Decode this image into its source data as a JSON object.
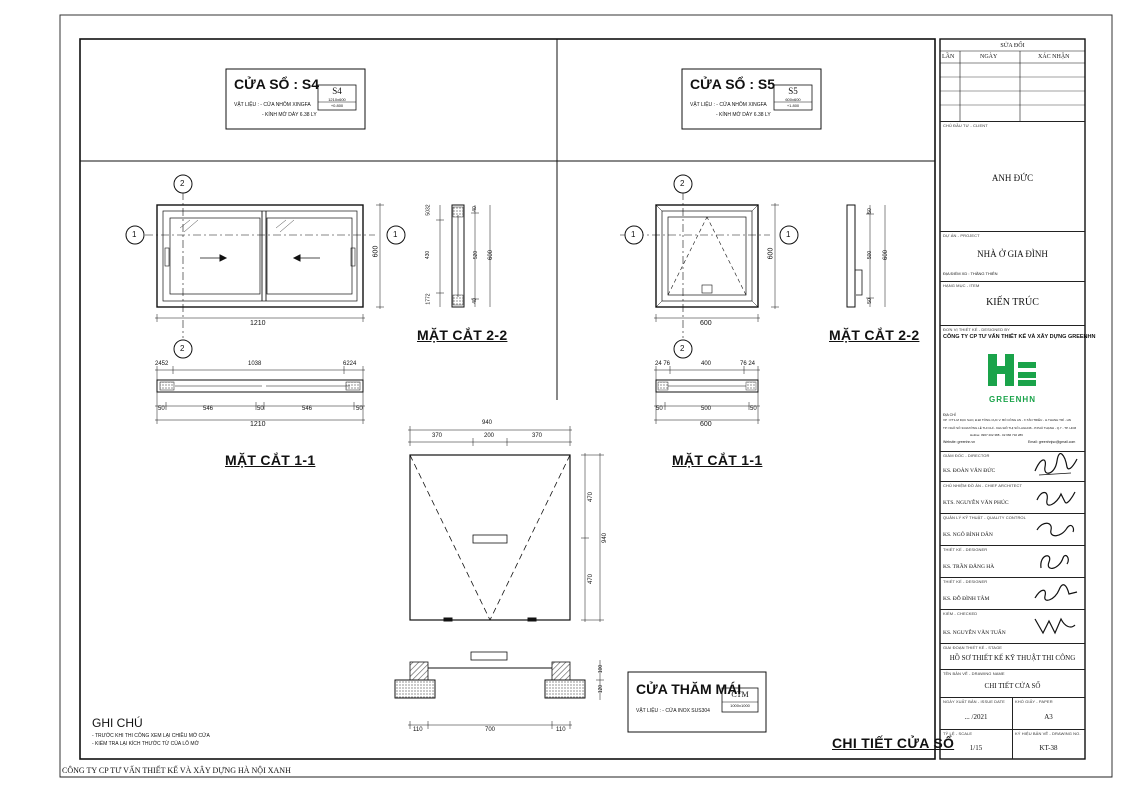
{
  "drawing": {
    "window_s4": {
      "title": "CỬA SỔ : S4",
      "tag_code": "S4",
      "tag_size": "1210x600",
      "tag_extra": "+0.800",
      "material_1": "VẬT LIỆU : - CỬA NHÔM XINGFA",
      "material_2": "- KÍNH MỜ DÀY 6.38 LY",
      "elevation": {
        "width": "1210",
        "height": "600"
      },
      "section_1_1": {
        "segments": [
          "2452",
          "1038",
          "6224"
        ],
        "bottom": [
          "50",
          "546",
          "50",
          "546",
          "50"
        ],
        "overall": "1210",
        "title": "MẶT CẮT 1-1"
      },
      "section_2_2": {
        "left": [
          "5032",
          "430",
          "1772"
        ],
        "right": [
          "40",
          "520",
          "40"
        ],
        "overall": "600",
        "title": "MẶT CẮT 2-2"
      }
    },
    "window_s5": {
      "title": "CỬA SỔ : S5",
      "tag_code": "S5",
      "tag_size": "600x600",
      "tag_extra": "+1.800",
      "material_1": "VẬT LIỆU : - CỬA NHÔM XINGFA",
      "material_2": "- KÍNH MỜ DÀY 6.38 LY",
      "elevation": {
        "width": "600",
        "height": "600"
      },
      "section_1_1": {
        "segments": [
          "24 76",
          "400",
          "76 24"
        ],
        "bottom": [
          "50",
          "500",
          "50"
        ],
        "overall": "600",
        "title": "MẶT CẮT 1-1"
      },
      "section_2_2": {
        "right": [
          "50",
          "500",
          "50"
        ],
        "overall": "600",
        "title": "MẶT CẮT 2-2"
      }
    },
    "hatch": {
      "top_dims": [
        "370",
        "200",
        "370"
      ],
      "top_overall": "940",
      "right_dims": [
        "470",
        "470"
      ],
      "right_overall": "940",
      "section_bottom": [
        "110",
        "700",
        "110"
      ],
      "section_right": [
        "100",
        "120"
      ],
      "title": "CỬA THĂM MÁI",
      "material": "VẬT LIỆU : - CỬA INOX SUS304",
      "tag_code": "CTM",
      "tag_size": "1000x1000"
    },
    "section_markers": {
      "one": "1",
      "two": "2"
    },
    "notes": {
      "title": "GHI CHÚ",
      "line_1": "- TRƯỚC KHI THI CÔNG XEM LẠI CHIỀU MỞ CỬA",
      "line_2": "- KIỂM TRA LẠI KÍCH THƯỚC TỪ CỦA LỖ MỞ"
    },
    "sheet_title": "CHI TIẾT CỬA SỔ",
    "footer": "CÔNG TY CP TƯ VẤN THIẾT KẾ VÀ XÂY DỰNG HÀ NỘI XANH"
  },
  "title_block": {
    "revision": {
      "title": "SỬA ĐỔI",
      "col_1": "LẦN",
      "col_2": "NGÀY",
      "col_3": "XÁC NHẬN"
    },
    "owner": {
      "label": "CHỦ ĐẦU TƯ - CLIENT",
      "value": "ANH ĐỨC"
    },
    "project": {
      "label": "DỰ ÁN - PROJECT",
      "value": "NHÀ Ở GIA ĐÌNH",
      "location": "ĐỊA ĐIỂM XD : THĂNG THIÊN"
    },
    "discipline": {
      "label": "HẠNG MỤC - ITEM",
      "value": "KIẾN TRÚC"
    },
    "designer": {
      "label": "ĐƠN VỊ THIẾT KẾ - DESIGNED BY",
      "company": "CÔNG TY CP TƯ VẤN THIẾT KẾ VÀ XÂY DỰNG GREENHN",
      "logo_text": "GREENHN",
      "address_label": "ĐỊA CHỈ",
      "address": "VP : P.T1-M DỤC SAO, Đ.ĐI TỔNG CỤC V. BÓ CÔNG AN - X.TÂN TRIỀU - H.THANH TRÌ - HN",
      "address_2": "TP: NGÕ SỐ 34 ĐƯỜNG LÊ THI CHỈ - KHU ĐÔ THỊ SỐ LAGIA36 - P.PHÚ THẠNH - Q.7 - TP. HCM",
      "hotline": "Hotline: 0967 202 388 - 02 666 732 286",
      "website": "Website: greenhn.vn",
      "email": "Email: greenhnjsc@gmail.com"
    },
    "signers": [
      {
        "role": "GIÁM ĐỐC - DIRECTOR",
        "name": "KS. ĐOÀN VĂN ĐỨC"
      },
      {
        "role": "CHỦ NHIỆM ĐỒ ÁN - CHIEF ARCHITECT",
        "name": "KTS. NGUYỄN VĂN PHÚC"
      },
      {
        "role": "QUẢN LÝ KỸ THUẬT - QUALITY CONTROL",
        "name": "KS. NGÔ BÌNH DÂN"
      },
      {
        "role": "THIẾT KẾ - DESIGNER",
        "name": "KS. TRẦN ĐĂNG HÀ"
      },
      {
        "role": "THIẾT KẾ - DESIGNER",
        "name": "KS. ĐỖ ĐÌNH TÂM"
      },
      {
        "role": "KIỂM - CHECKED",
        "name": "KS. NGUYỄN VĂN TUẤN"
      }
    ],
    "stage": {
      "label": "GIAI ĐOẠN THIẾT KẾ - STAGE",
      "value": "HỒ SƠ THIẾT KẾ KỸ THUẬT THI CÔNG"
    },
    "drawing_name": {
      "label": "TÊN BẢN VẼ - DRAWING NAME",
      "value": "CHI TIẾT CỬA SỔ"
    },
    "date": {
      "label": "NGÀY XUẤT BẢN - ISSUE DATE",
      "value": "... /2021"
    },
    "paper": {
      "label": "KHỔ GIẤY - PAPER",
      "value": "A3"
    },
    "scale": {
      "label": "TỶ LỆ - SCALE",
      "value": "1/15"
    },
    "drawing_no": {
      "label": "KÝ HIỆU BẢN VẼ - DRAWING No.",
      "value": "KT-38"
    }
  },
  "colors": {
    "line": "#111111",
    "logo_green": "#1aa34a",
    "hatch": "#555555"
  }
}
